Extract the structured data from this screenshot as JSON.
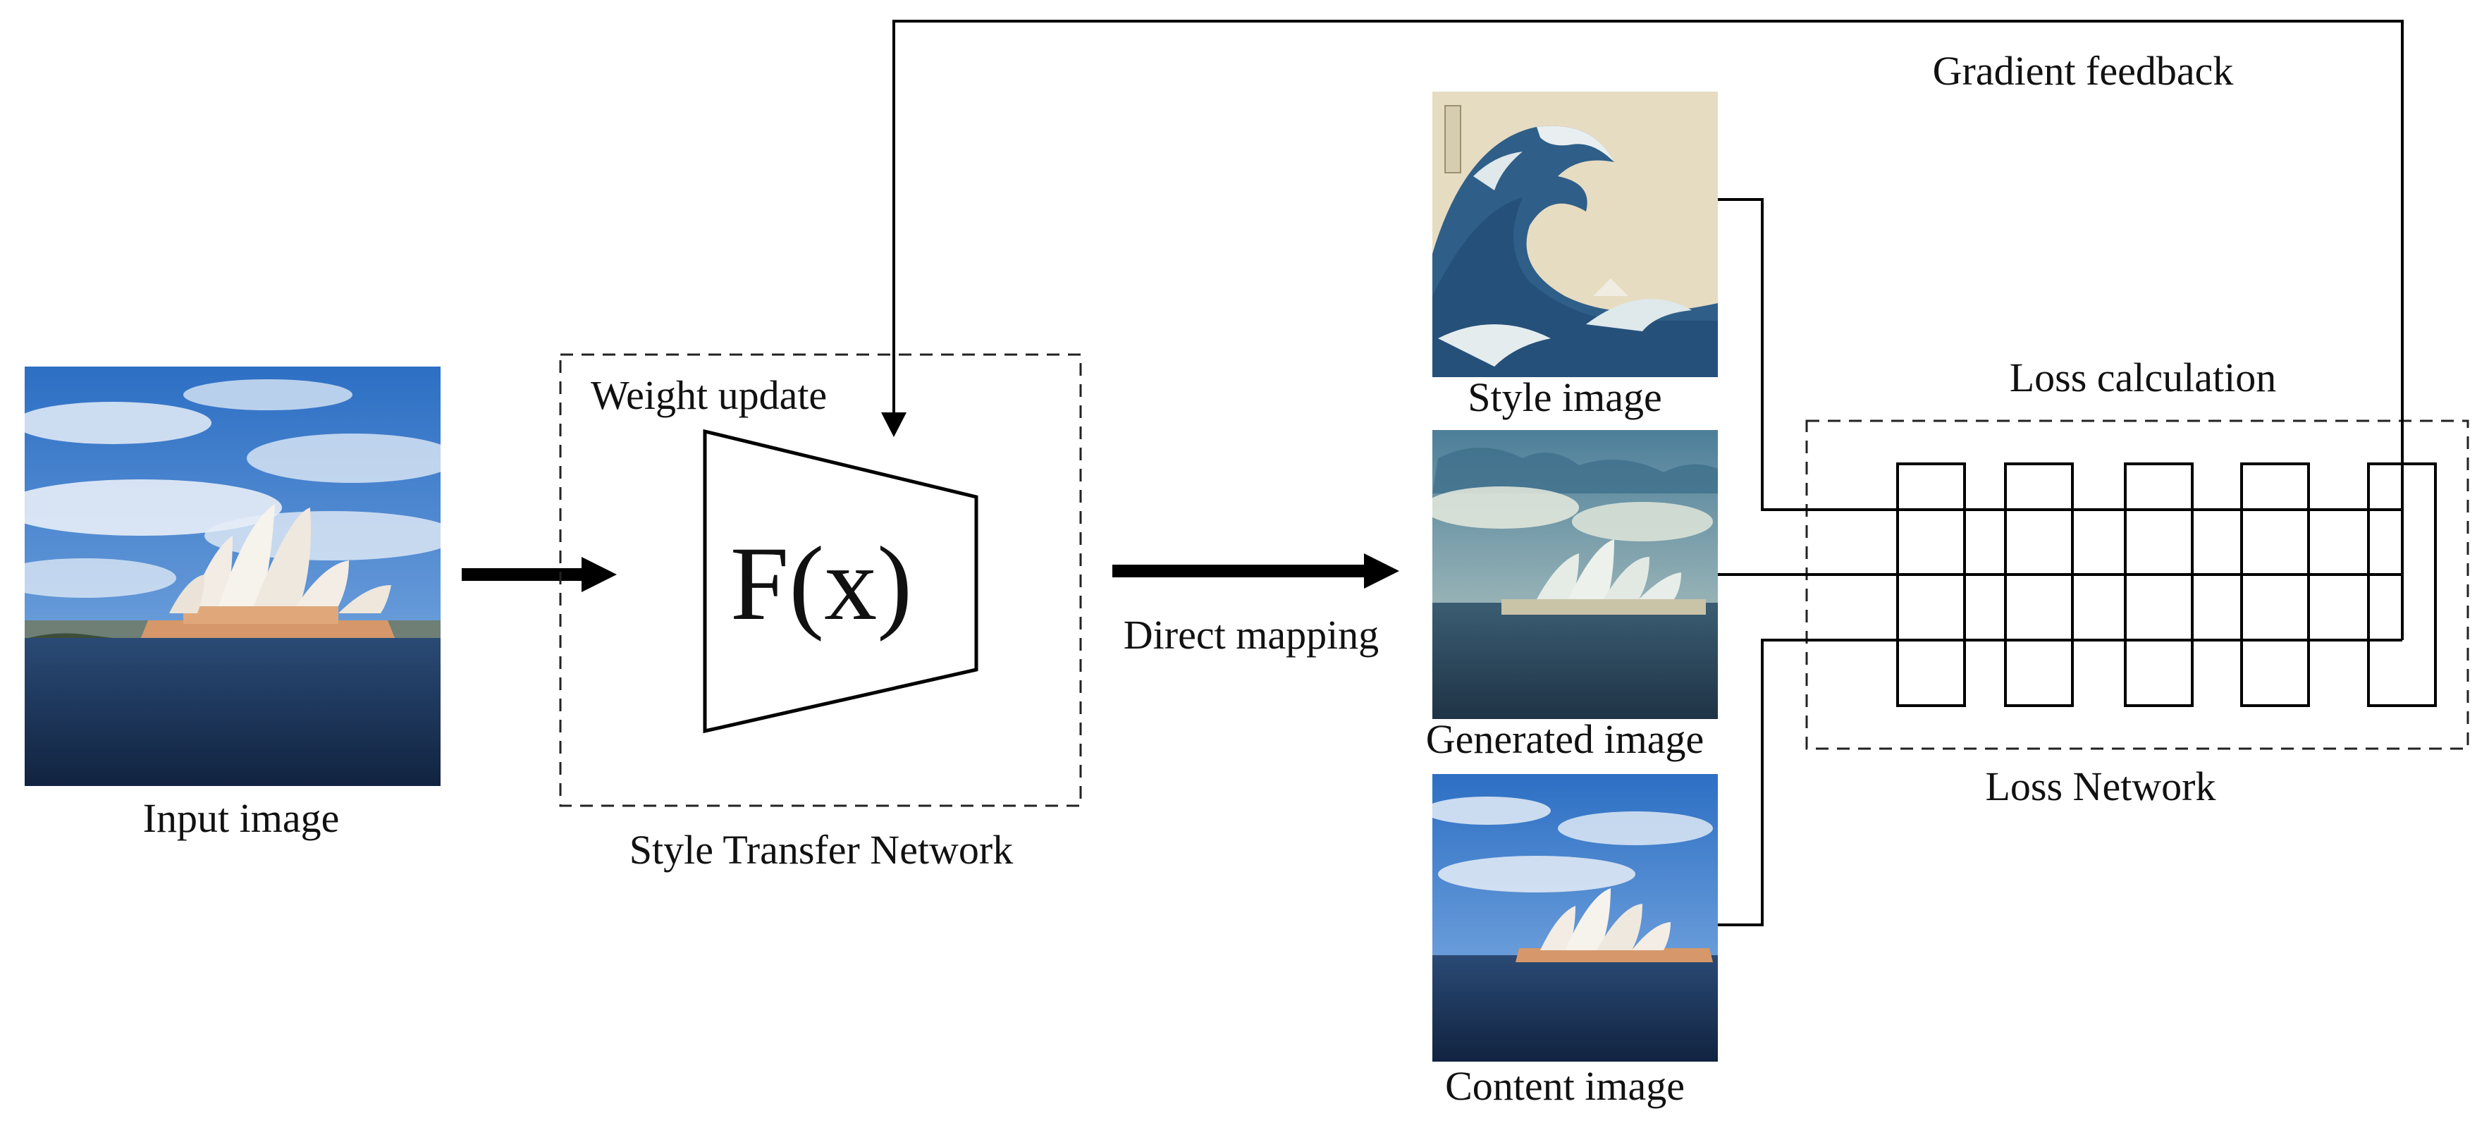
{
  "labels": {
    "input_image": "Input image",
    "weight_update": "Weight update",
    "fx": "F(x)",
    "style_transfer_network": "Style Transfer Network",
    "direct_mapping": "Direct mapping",
    "style_image": "Style image",
    "generated_image": "Generated image",
    "content_image": "Content image",
    "gradient_feedback": "Gradient feedback",
    "loss_calculation": "Loss calculation",
    "loss_network": "Loss Network"
  },
  "colors": {
    "sky": "#3f7fcc",
    "cloud": "#e9eef5",
    "water": "#1c3354",
    "building": "#e9d2b8",
    "base": "#d6986a",
    "wave_blue": "#2d5f87",
    "paper": "#e4d7b8"
  },
  "loss_network": {
    "layer_count": 5
  }
}
